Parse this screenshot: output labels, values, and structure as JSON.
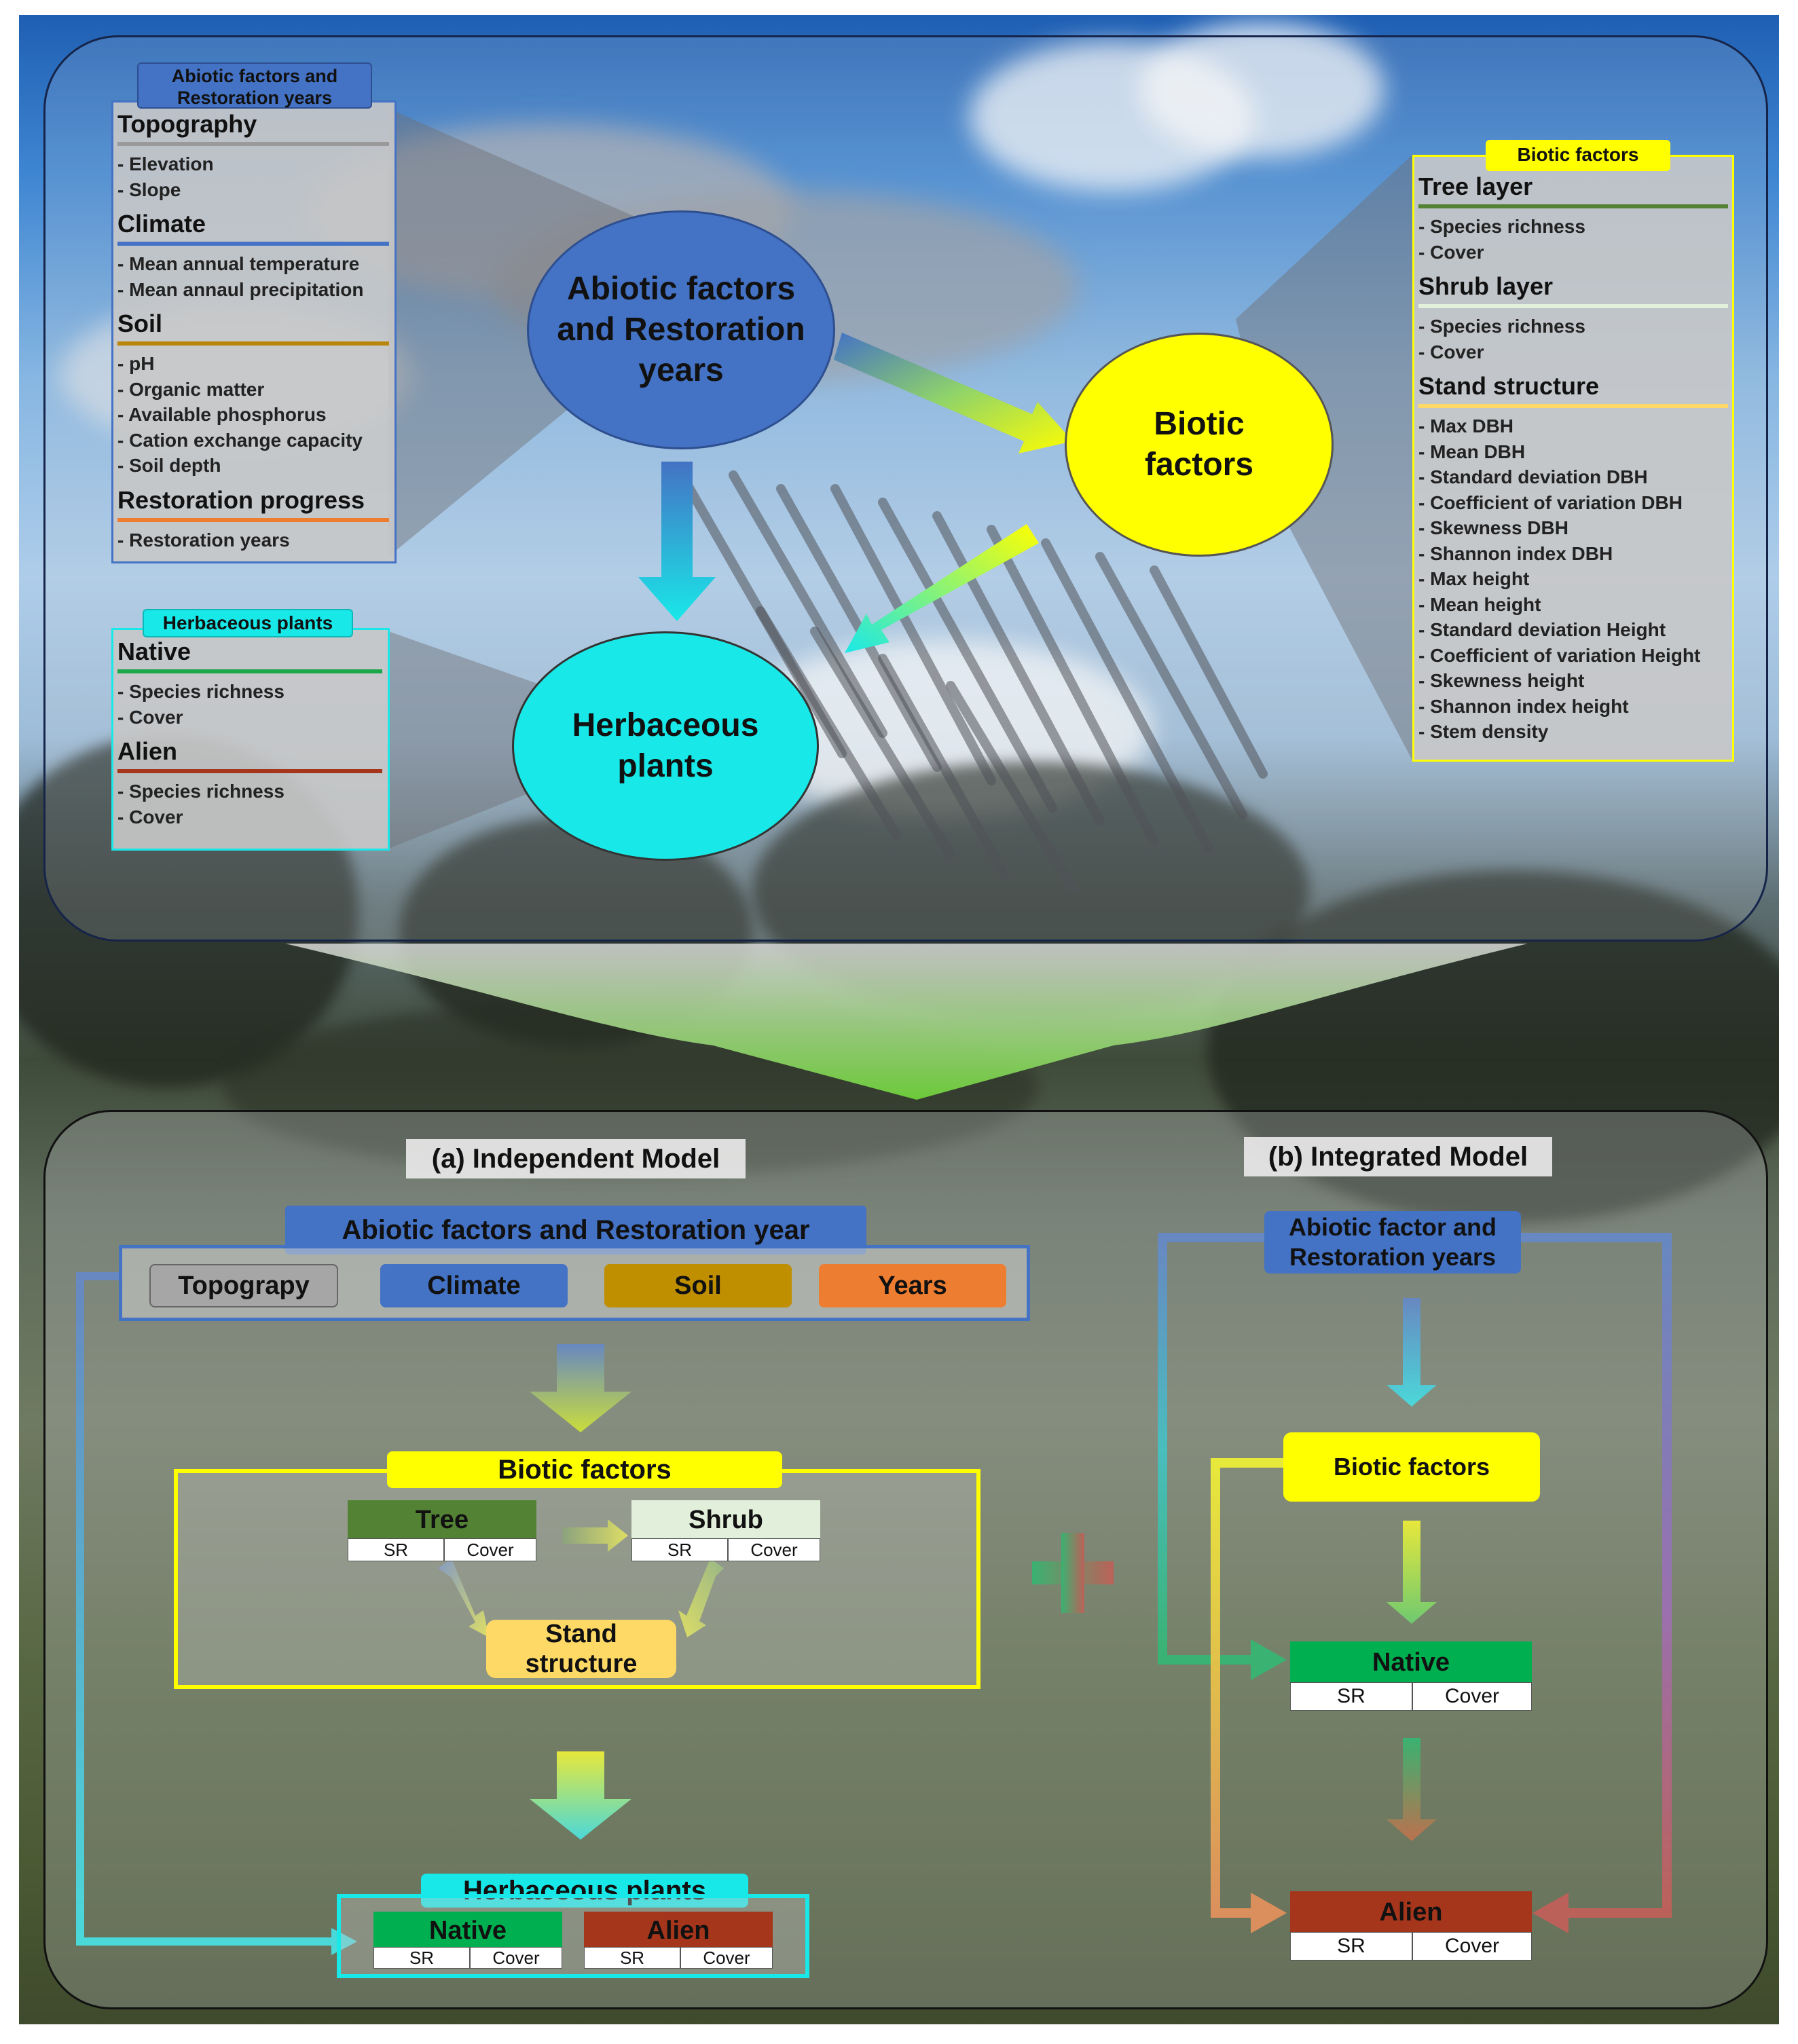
{
  "top": {
    "abiotic_box": {
      "tag": "Abiotic factors and Restoration years",
      "groups": [
        {
          "header": "Topography",
          "color": "#9a9a9a",
          "items": [
            "- Elevation",
            "- Slope"
          ]
        },
        {
          "header": "Climate",
          "color": "#4472c4",
          "items": [
            "- Mean annual temperature",
            "- Mean annaul precipitation"
          ]
        },
        {
          "header": "Soil",
          "color": "#b8860b",
          "items": [
            "- pH",
            "- Organic matter",
            "- Available phosphorus",
            "- Cation exchange capacity",
            "- Soil depth"
          ]
        },
        {
          "header": "Restoration progress",
          "color": "#ed7d31",
          "items": [
            "- Restoration years"
          ]
        }
      ]
    },
    "herb_box": {
      "tag": "Herbaceous plants",
      "groups": [
        {
          "header": "Native",
          "color": "#1aa84a",
          "items": [
            "- Species richness",
            "- Cover"
          ]
        },
        {
          "header": "Alien",
          "color": "#a5361c",
          "items": [
            "- Species richness",
            "- Cover"
          ]
        }
      ]
    },
    "biotic_box": {
      "tag": "Biotic factors",
      "groups": [
        {
          "header": "Tree layer",
          "color": "#548235",
          "items": [
            "- Species richness",
            "- Cover"
          ]
        },
        {
          "header": "Shrub layer",
          "color": "#e2efda",
          "items": [
            "- Species richness",
            "- Cover"
          ]
        },
        {
          "header": "Stand structure",
          "color": "#ffd966",
          "items": [
            "- Max DBH",
            "- Mean DBH",
            "- Standard deviation DBH",
            "- Coefficient of variation DBH",
            "- Skewness DBH",
            "- Shannon index DBH",
            "- Max height",
            "- Mean height",
            "- Standard deviation Height",
            "- Coefficient of variation Height",
            "- Skewness height",
            "- Shannon index height",
            "- Stem density"
          ]
        }
      ]
    },
    "nodes": {
      "abiotic": "Abiotic factors and Restoration years",
      "biotic": "Biotic factors",
      "herb": "Herbaceous plants"
    }
  },
  "bottom": {
    "a": {
      "title": "(a) Independent Model",
      "abiotic_header": "Abiotic factors and Restoration year",
      "categories": [
        "Topograpy",
        "Climate",
        "Soil",
        "Years"
      ],
      "biotic_header": "Biotic factors",
      "tree": "Tree",
      "shrub": "Shrub",
      "stand": "Stand structure",
      "herb_header": "Herbaceous plants",
      "native": "Native",
      "alien": "Alien",
      "sr": "SR",
      "cover": "Cover"
    },
    "b": {
      "title": "(b) Integrated Model",
      "abiotic": "Abiotic factor and Restoration years",
      "biotic": "Biotic factors",
      "native": "Native",
      "alien": "Alien",
      "sr": "SR",
      "cover": "Cover"
    }
  },
  "colors": {
    "abiotic_blue": "#4472c4",
    "biotic_yellow": "#ffff00",
    "herb_cyan": "#19e8e8",
    "native_green": "#00b050",
    "alien_brown": "#a5361c",
    "tree_green": "#548235",
    "shrub_pale": "#e2efda",
    "stand_gold": "#ffd966",
    "soil_gold": "#bf8f00",
    "years_orange": "#ed7d31",
    "topo_gray": "#a6a6a6"
  }
}
